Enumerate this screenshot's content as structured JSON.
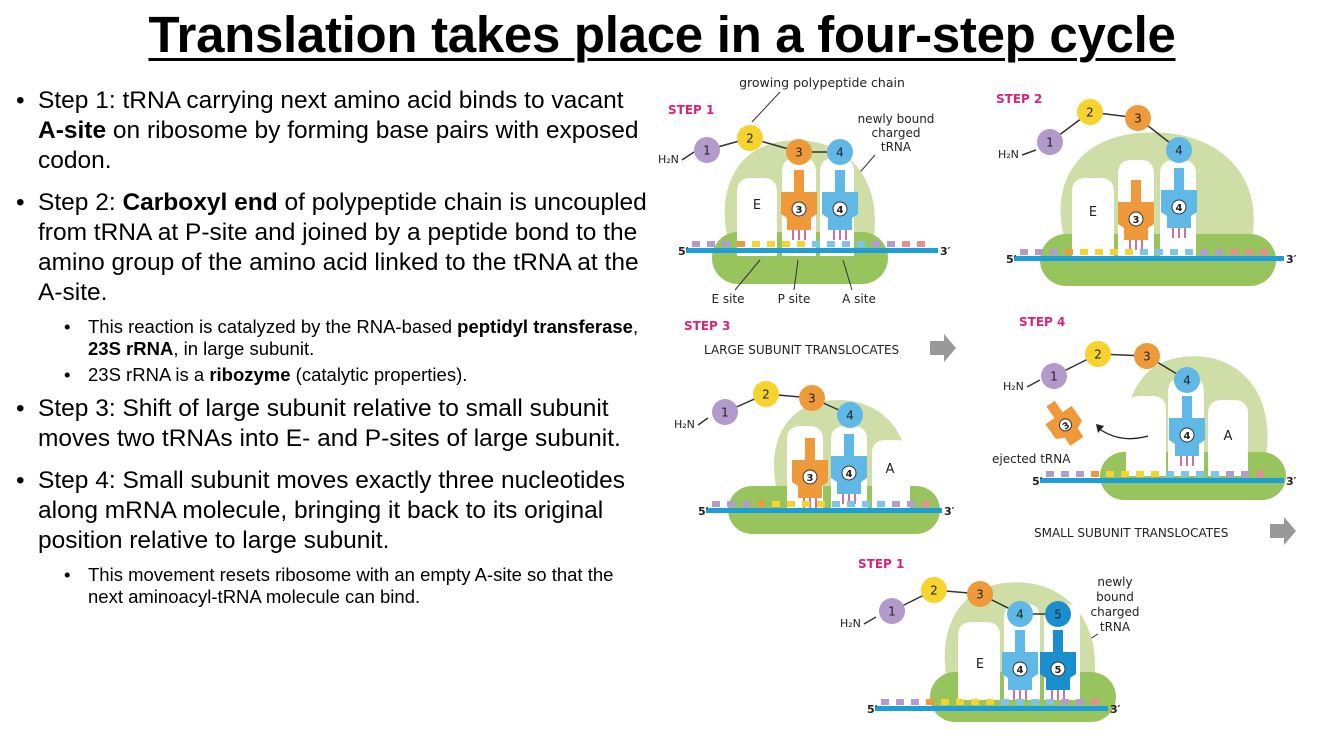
{
  "title": "Translation takes place in a four-step cycle",
  "bullets": {
    "step1": {
      "a": "Step 1: tRNA carrying next amino acid binds to vacant ",
      "b": "A-site",
      "c": " on ribosome by forming base pairs with exposed codon."
    },
    "step2": {
      "a": "Step 2: ",
      "b": "Carboxyl end",
      "c": " of polypeptide chain is uncoupled from tRNA at P-site and joined by a peptide bond to the amino group of the amino acid linked to the tRNA at the A-site."
    },
    "sub2a": {
      "a": "This reaction is catalyzed by the RNA-based ",
      "b": "peptidyl transferase",
      "c": ", ",
      "d": "23S rRNA",
      "e": ", in large subunit."
    },
    "sub2b": {
      "a": "23S rRNA is a ",
      "b": "ribozyme",
      "c": " (catalytic properties)."
    },
    "step3": "Step 3: Shift of large subunit relative to small subunit moves two tRNAs into E- and P-sites of large subunit.",
    "step4": "Step 4: Small subunit moves exactly three nucleotides along mRNA molecule, bringing it back to its original position relative to large subunit.",
    "sub4a": "This movement resets ribosome with an empty A-site so that the next aminoacyl-tRNA molecule can bind."
  },
  "diagram": {
    "step1_label": "STEP 1",
    "step2_label": "STEP 2",
    "step3_label": "STEP 3",
    "step4_label": "STEP 4",
    "step1b_label": "STEP 1",
    "growing_chain": "growing polypeptide chain",
    "newly_bound": [
      "newly bound",
      "charged",
      "tRNA"
    ],
    "newly_bound_b": [
      "newly",
      "bound",
      "charged",
      "tRNA"
    ],
    "site_e": "E site",
    "site_p": "P site",
    "site_a": "A site",
    "large_translocates": "LARGE SUBUNIT TRANSLOCATES",
    "small_translocates": "SMALL SUBUNIT TRANSLOCATES",
    "ejected": "ejected tRNA",
    "h2n": "H₂N",
    "five_prime": "5′",
    "three_prime": "3′",
    "e": "E",
    "a": "A",
    "n1": "1",
    "n2": "2",
    "n3": "3",
    "n4": "4",
    "n5": "5",
    "colors": {
      "magenta": "#d6247a",
      "large_subunit": "#cfdea6",
      "small_subunit": "#97c45d",
      "mrna": "#1c9fd8",
      "purple": "#b29acb",
      "yellow": "#f6d32d",
      "orange": "#ee9a3a",
      "blue": "#5fb8e6",
      "dark_blue": "#1a8fd0",
      "arrow_gray": "#999999"
    }
  }
}
